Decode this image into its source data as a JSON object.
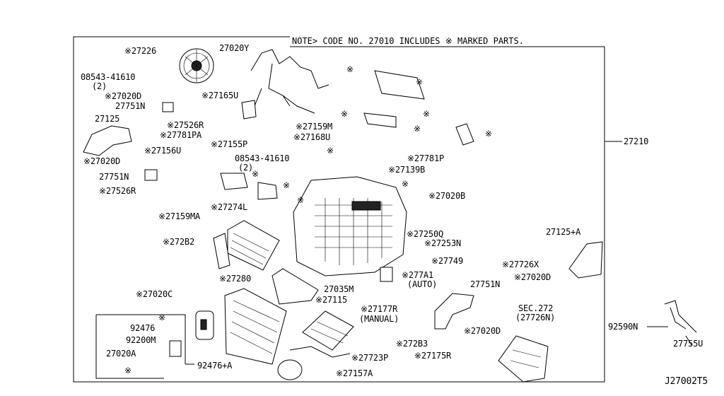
{
  "note": "NOTE> CODE NO. 27010 INCLUDES ※ MARKED PARTS.",
  "drawing_code": "J27002T5",
  "callouts": [
    {
      "id": "p27226",
      "text": "※27226"
    },
    {
      "id": "p27020y",
      "text": "27020Y"
    },
    {
      "id": "p08543a",
      "text": "08543-41610"
    },
    {
      "id": "p08543a_q",
      "text": "(2)"
    },
    {
      "id": "p27020d_1",
      "text": "※27020D"
    },
    {
      "id": "p27751n_1",
      "text": "27751N"
    },
    {
      "id": "p27165u",
      "text": "※27165U"
    },
    {
      "id": "p27125",
      "text": "27125"
    },
    {
      "id": "p27526r_1",
      "text": "※27526R"
    },
    {
      "id": "p27781pa",
      "text": "※27781PA"
    },
    {
      "id": "p27155p",
      "text": "※27155P"
    },
    {
      "id": "p27159m",
      "text": "※27159M"
    },
    {
      "id": "p27168u",
      "text": "※27168U"
    },
    {
      "id": "p27156u",
      "text": "※27156U"
    },
    {
      "id": "p27020d_2",
      "text": "※27020D"
    },
    {
      "id": "p08543b",
      "text": "08543-41610"
    },
    {
      "id": "p08543b_q",
      "text": "(2)"
    },
    {
      "id": "p27781p",
      "text": "※27781P"
    },
    {
      "id": "p27139b",
      "text": "※27139B"
    },
    {
      "id": "p27751n_2",
      "text": "27751N"
    },
    {
      "id": "p27526r_2",
      "text": "※27526R"
    },
    {
      "id": "p27020b",
      "text": "※27020B"
    },
    {
      "id": "p27210",
      "text": "27210"
    },
    {
      "id": "p27159ma",
      "text": "※27159MA"
    },
    {
      "id": "p27274l",
      "text": "※27274L"
    },
    {
      "id": "p27250q",
      "text": "※27250Q"
    },
    {
      "id": "p27253n",
      "text": "※27253N"
    },
    {
      "id": "p27125a",
      "text": "27125+A"
    },
    {
      "id": "p272b2",
      "text": "※272B2"
    },
    {
      "id": "p27749",
      "text": "※27749"
    },
    {
      "id": "p27726x",
      "text": "※27726X"
    },
    {
      "id": "p277a1",
      "text": "※277A1"
    },
    {
      "id": "p277a1_auto",
      "text": "(AUTO)"
    },
    {
      "id": "p27020d_3",
      "text": "※27020D"
    },
    {
      "id": "p27280",
      "text": "※27280"
    },
    {
      "id": "p27751n_3",
      "text": "27751N"
    },
    {
      "id": "p27035m",
      "text": "27035M"
    },
    {
      "id": "p27020c",
      "text": "※27020C"
    },
    {
      "id": "p27115",
      "text": "※27115"
    },
    {
      "id": "p27177r",
      "text": "※27177R"
    },
    {
      "id": "p27177r_man",
      "text": "(MANUAL)"
    },
    {
      "id": "psec272",
      "text": "SEC.272"
    },
    {
      "id": "psec272_b",
      "text": "(27726N)"
    },
    {
      "id": "p92476",
      "text": "92476"
    },
    {
      "id": "p92200m",
      "text": "92200M"
    },
    {
      "id": "p27020a",
      "text": "27020A"
    },
    {
      "id": "p92476a",
      "text": "92476+A"
    },
    {
      "id": "p272b3",
      "text": "※272B3"
    },
    {
      "id": "p27175r",
      "text": "※27175R"
    },
    {
      "id": "p27020d_4",
      "text": "※27020D"
    },
    {
      "id": "p92590n",
      "text": "92590N"
    },
    {
      "id": "p27755u",
      "text": "27755U"
    },
    {
      "id": "p27723p",
      "text": "※27723P"
    },
    {
      "id": "p27157a",
      "text": "※27157A"
    },
    {
      "id": "star1",
      "text": "※"
    },
    {
      "id": "star2",
      "text": "※"
    },
    {
      "id": "star3",
      "text": "※"
    },
    {
      "id": "star4",
      "text": "※"
    },
    {
      "id": "star5",
      "text": "※"
    },
    {
      "id": "star6",
      "text": "※"
    },
    {
      "id": "star7",
      "text": "※"
    },
    {
      "id": "star8",
      "text": "※"
    },
    {
      "id": "star9",
      "text": "※"
    },
    {
      "id": "star10",
      "text": "※"
    },
    {
      "id": "star11",
      "text": "※"
    },
    {
      "id": "star12",
      "text": "※"
    },
    {
      "id": "star13",
      "text": "※"
    }
  ]
}
